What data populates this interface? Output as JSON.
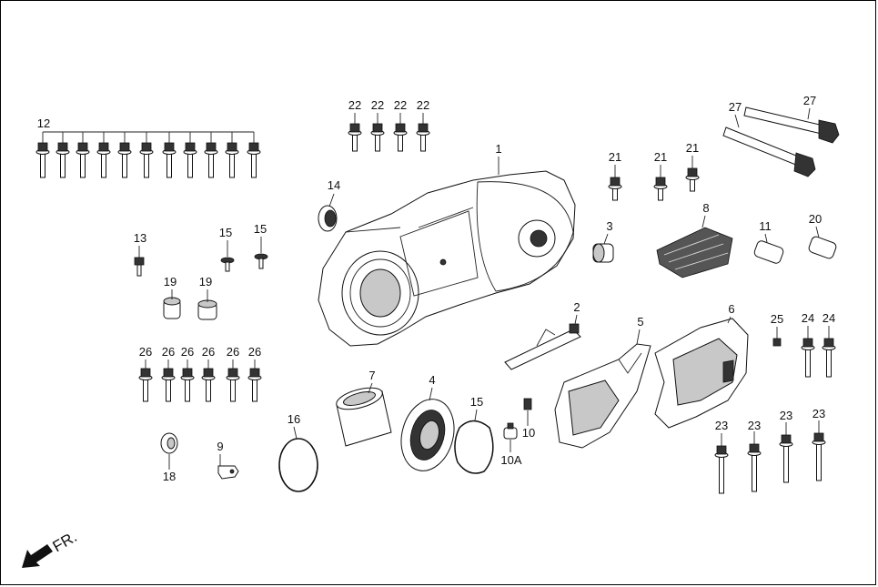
{
  "labels": {
    "p1": "1",
    "p2": "2",
    "p3": "3",
    "p4": "4",
    "p5": "5",
    "p6": "6",
    "p7": "7",
    "p8": "8",
    "p9": "9",
    "p10": "10",
    "p10a": "10A",
    "p11": "11",
    "p12": "12",
    "p13": "13",
    "p14": "14",
    "p15a": "15",
    "p15b": "15",
    "p15c": "15",
    "p16": "16",
    "p18": "18",
    "p19a": "19",
    "p19b": "19",
    "p20": "20",
    "p21a": "21",
    "p21b": "21",
    "p21c": "21",
    "p22a": "22",
    "p22b": "22",
    "p22c": "22",
    "p22d": "22",
    "p23a": "23",
    "p23b": "23",
    "p23c": "23",
    "p23d": "23",
    "p24a": "24",
    "p24b": "24",
    "p25": "25",
    "p26a": "26",
    "p26b": "26",
    "p26c": "26",
    "p26d": "26",
    "p26e": "26",
    "p26f": "26",
    "p27a": "27",
    "p27b": "27"
  },
  "front_indicator": "FR."
}
